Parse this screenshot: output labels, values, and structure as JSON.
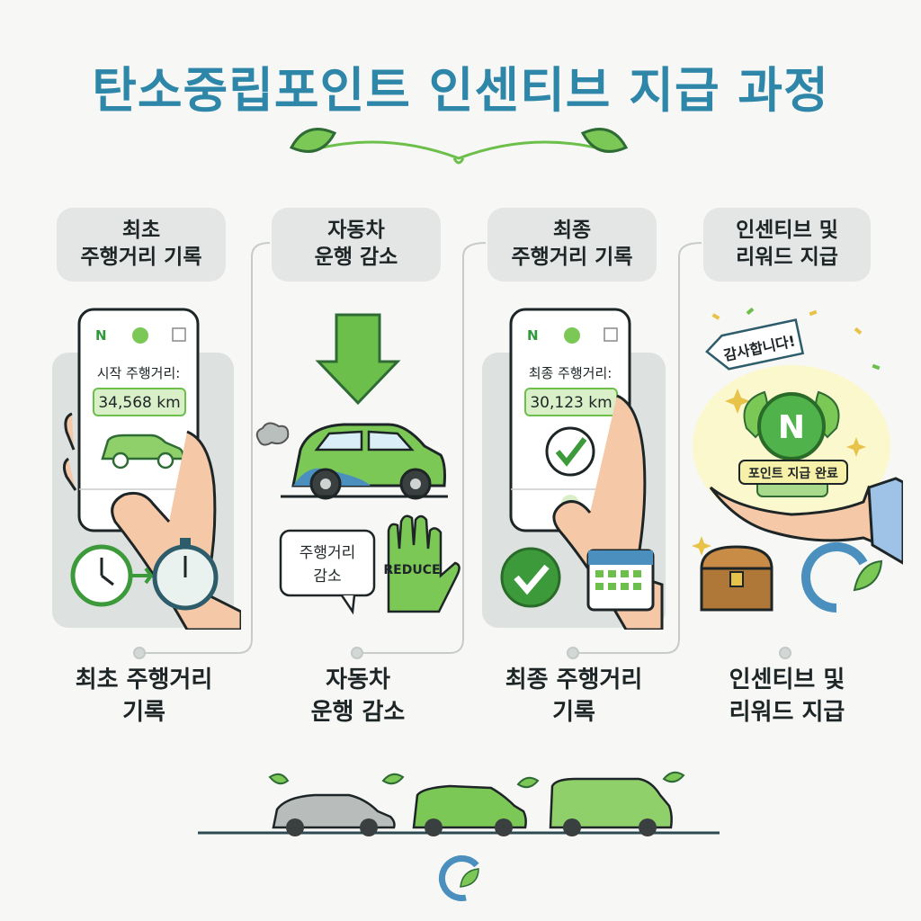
{
  "title": "탄소중립포인트 인센티브 지급 과정",
  "steps": [
    {
      "header_line1": "최초",
      "header_line2": "주행거리 기록",
      "phone_label": "시작 주행거리:",
      "phone_value": "34,568 km",
      "caption_line1": "최초 주행거리",
      "caption_line2": "기록"
    },
    {
      "header_line1": "자동차",
      "header_line2": "운행 감소",
      "bubble_line1": "주행거리",
      "bubble_line2": "감소",
      "glove_text": "REDUCE",
      "caption_line1": "자동차",
      "caption_line2": "운행 감소"
    },
    {
      "header_line1": "최종",
      "header_line2": "주행거리 기록",
      "phone_label": "최종 주행거리:",
      "phone_value": "30,123 km",
      "caption_line1": "최종 주행거리",
      "caption_line2": "기록"
    },
    {
      "header_line1": "인센티브 및",
      "header_line2": "리워드 지급",
      "tag_text": "감사합니다!",
      "coin_letter": "N",
      "banner_text": "포인트 지급 완료",
      "caption_line1": "인센티브 및",
      "caption_line2": "리워드 지급"
    }
  ],
  "phone_app_letter": "N",
  "colors": {
    "title": "#2e86a8",
    "green": "#6cbf4b",
    "dark_green": "#3d9a3a",
    "panel": "#dde1df",
    "header": "#e3e6e5",
    "skin": "#f5c9a8"
  },
  "icons": [
    "leaf-icon",
    "clock-icon",
    "stopwatch-icon",
    "down-arrow-icon",
    "car-icon",
    "glove-icon",
    "check-icon",
    "calendar-icon",
    "coin-icon",
    "chest-icon",
    "recycle-logo-icon"
  ]
}
